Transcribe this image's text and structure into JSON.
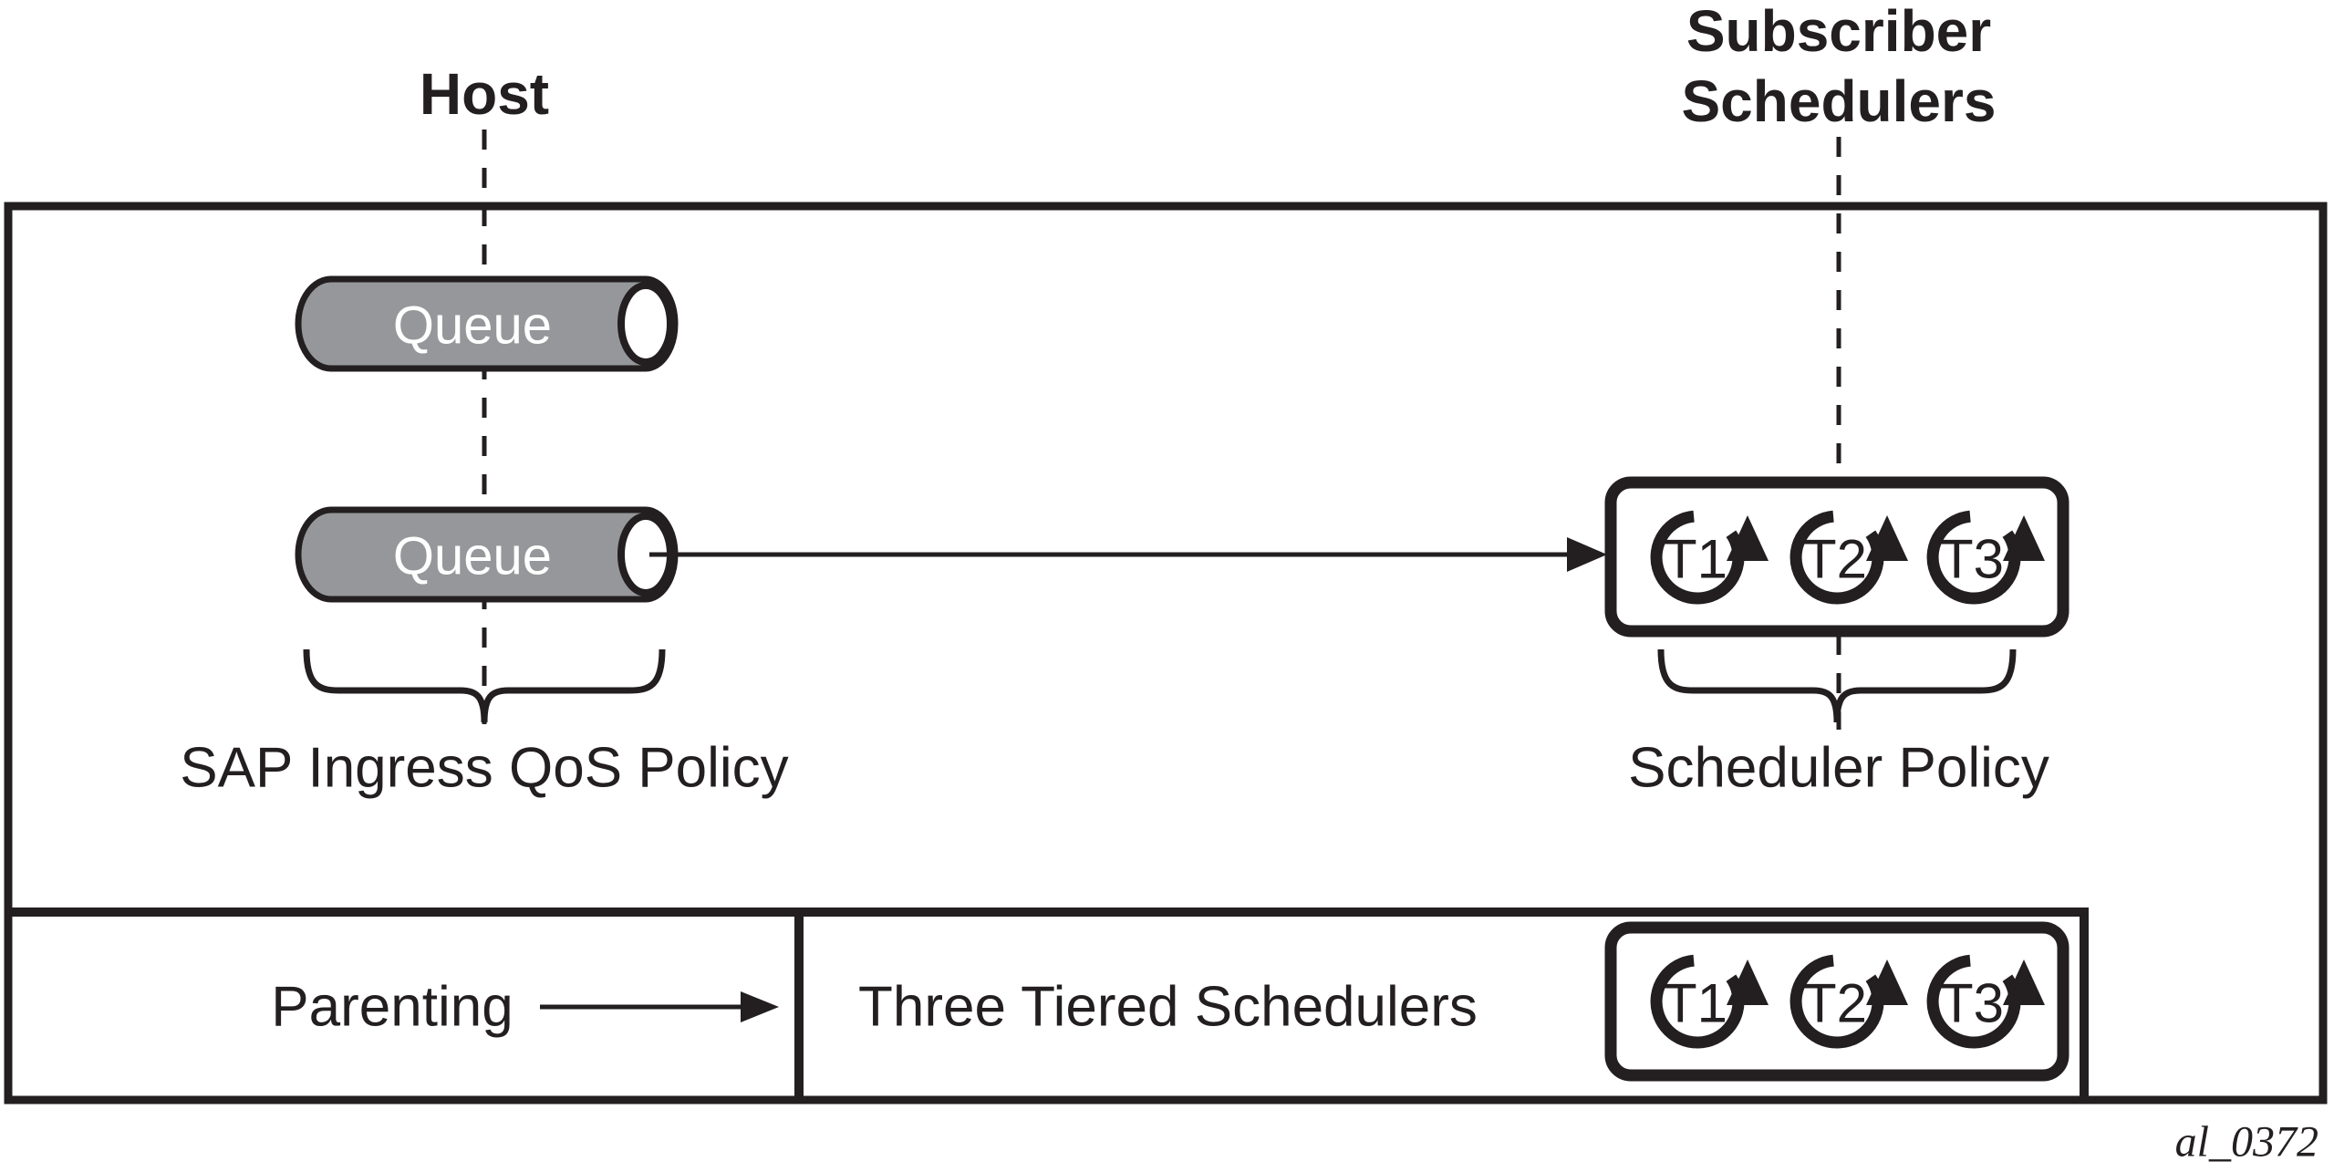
{
  "diagram": {
    "host_label": "Host",
    "subscriber_schedulers": {
      "line1": "Subscriber",
      "line2": "Schedulers"
    },
    "queues": {
      "queue1_label": "Queue",
      "queue2_label": "Queue"
    },
    "sap_ingress_policy_label": "SAP Ingress QoS Policy",
    "scheduler_policy_label": "Scheduler Policy",
    "subscriber_tiers": [
      "T1",
      "T2",
      "T3"
    ],
    "bottom_band": {
      "parenting_label": "Parenting",
      "three_tiered_label": "Three Tiered Schedulers",
      "tiers": [
        "T1",
        "T2",
        "T3"
      ]
    },
    "figure_id": "al_0372",
    "colors": {
      "ink": "#231f20",
      "queue_fill": "#96979a",
      "background": "#ffffff"
    }
  }
}
